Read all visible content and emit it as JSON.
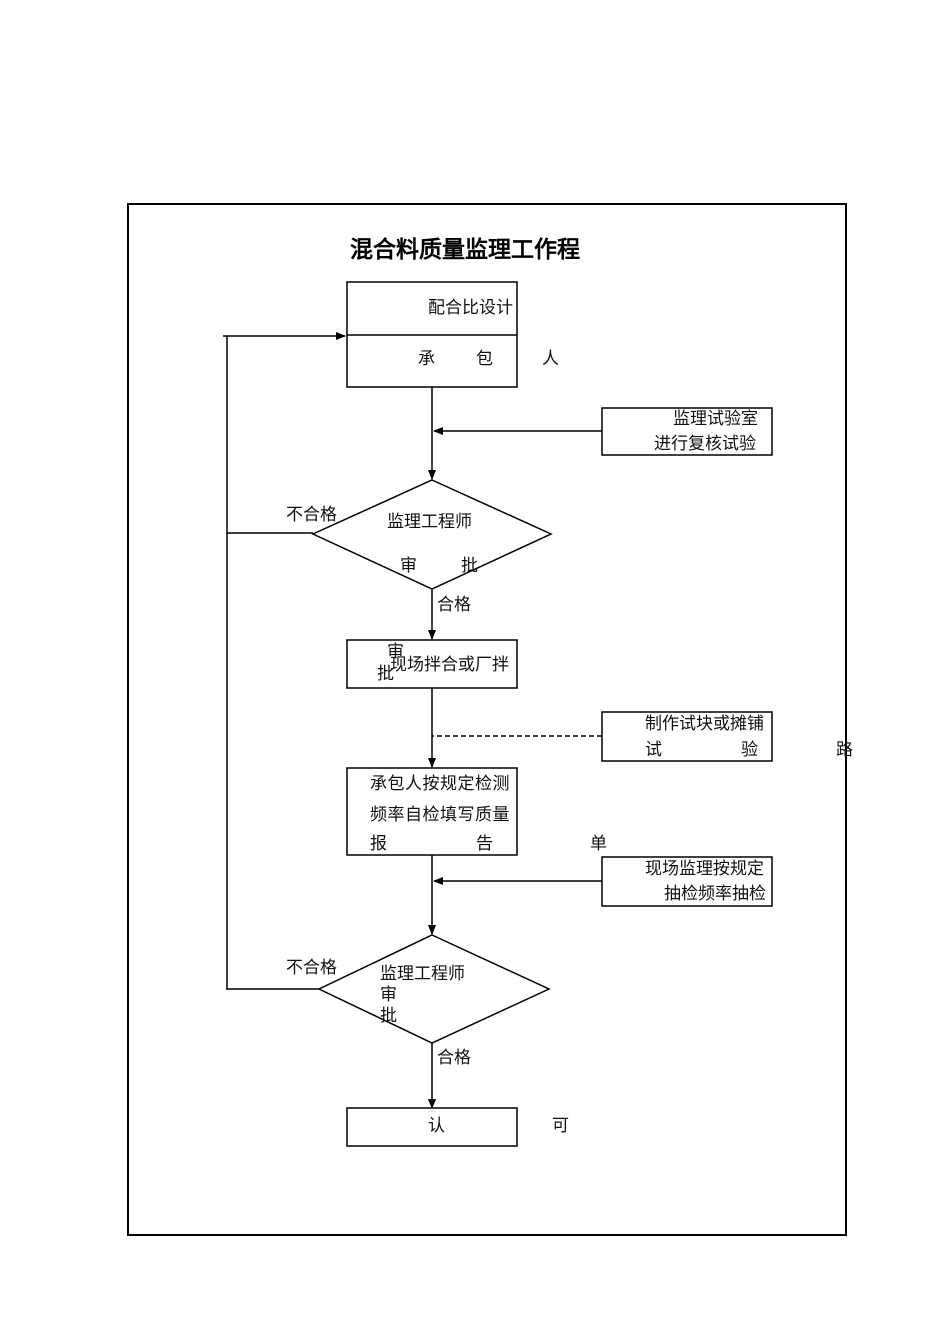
{
  "title": "混合料质量监理工作程",
  "nodes": {
    "mix_design": {
      "line1": "配合比设计",
      "line2_chars": [
        "承",
        "包",
        "人"
      ]
    },
    "lab_check": {
      "line1": "监理试验室",
      "line2": "进行复核试验"
    },
    "approval1": {
      "line1": "监理工程师",
      "line2_chars": [
        "审",
        "批"
      ]
    },
    "mixing": {
      "overlay_chars": [
        "审",
        "批"
      ],
      "text": "现场拌合或厂拌"
    },
    "specimen": {
      "line1": "制作试块或摊铺",
      "line2_chars": [
        "试",
        "验",
        "路"
      ]
    },
    "self_check": {
      "line1": "承包人按规定检测",
      "line2": "频率自检填写质量",
      "line3_chars": [
        "报",
        "告",
        "单"
      ]
    },
    "spot_check": {
      "line1": "现场监理按规定",
      "line2": "抽检频率抽检"
    },
    "approval2": {
      "line1": "监理工程师",
      "line2": "审",
      "line3": "批"
    },
    "accept": {
      "chars": [
        "认",
        "可"
      ]
    }
  },
  "edge_labels": {
    "fail1": "不合格",
    "pass1": "合格",
    "fail2": "不合格",
    "pass2": "合格"
  }
}
